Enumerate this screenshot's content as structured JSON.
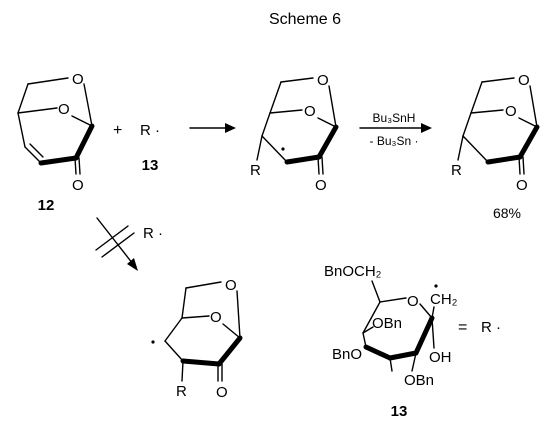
{
  "title": "Scheme 6",
  "atoms": {
    "o": "O",
    "r": "R"
  },
  "plus": "+",
  "radical": "R ·",
  "compound_12": "12",
  "compound_13": "13",
  "reagent_top": "Bu₃SnH",
  "reagent_bottom": "- Bu₃Sn ·",
  "yield": "68%",
  "sugar": {
    "bno_ch2": "BnOCH₂",
    "ch2": "CH₂",
    "obn_ring": "OBn",
    "bno_left": "BnO",
    "oh": "OH",
    "obn_bottom": "OBn",
    "equals": "=",
    "r_radical": "R ·"
  }
}
